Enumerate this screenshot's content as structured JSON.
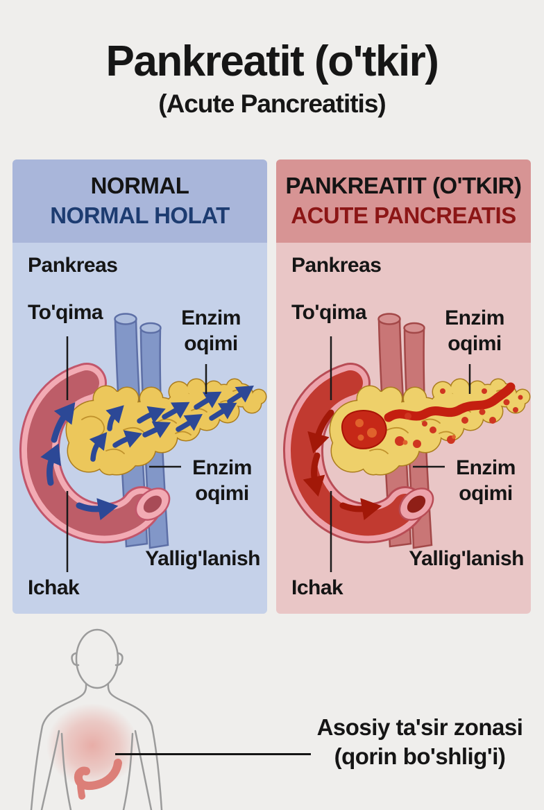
{
  "title": {
    "main": "Pankreatit (o'tkir)",
    "sub": "(Acute Pancreatitis)"
  },
  "panels": {
    "normal": {
      "header_line1": "NORMAL",
      "header_line2": "NORMAL HOLAT",
      "labels": {
        "pankreas": "Pankreas",
        "toqima": "To'qima",
        "enzim_top_1": "Enzim",
        "enzim_top_2": "oqimi",
        "enzim_mid_1": "Enzim",
        "enzim_mid_2": "oqimi",
        "yalliglanish": "Yallig'lanish",
        "ichak": "Ichak"
      }
    },
    "acute": {
      "header_line1": "PANKREATIT (O'TKIR)",
      "header_line2": "ACUTE PANCREATIS",
      "labels": {
        "pankreas": "Pankreas",
        "toqima": "To'qima",
        "enzim_top_1": "Enzim",
        "enzim_top_2": "oqimi",
        "enzim_mid_1": "Enzim",
        "enzim_mid_2": "oqimi",
        "yalliglanish": "Yallig'lanish",
        "ichak": "Ichak"
      }
    }
  },
  "bottom": {
    "note_line1": "Asosiy ta'sir zonasi",
    "note_line2": "(qorin bo'shlig'i)"
  },
  "colors": {
    "page_bg": "#efeeec",
    "text": "#161616",
    "pointer": "#1a1a1a",
    "figure_line": "#9b9b9b",
    "glow": "#e06c62",
    "squiggle": "#dc7f78",
    "normal": {
      "header_bg": "#a9b6da",
      "body_bg": "#c5d1e9",
      "accent": "#1d3c71",
      "vessel": "#8297c8",
      "vessel_light": "#aebede",
      "vessel_line": "#5d6fa6",
      "duo_line": "#c2566b",
      "duo_outer": "#f2abb4",
      "duo_inner": "#bd5d68",
      "duo_cap": "#a84b57",
      "panc_fill": "#ecc75b",
      "panc_line": "#ab7d1e",
      "arrow": "#2c4896"
    },
    "acute": {
      "header_bg": "#d79494",
      "body_bg": "#e9c6c6",
      "accent": "#8c1616",
      "vessel": "#c97676",
      "vessel_light": "#d69090",
      "vessel_line": "#a34848",
      "duo_line": "#b84c55",
      "duo_outer": "#eda3ab",
      "duo_inner": "#c13a30",
      "duo_cap": "#8f1f17",
      "panc_fill": "#eed06a",
      "panc_line": "#ab7d1e",
      "arrow": "#a21808",
      "inflammation": "#c62817",
      "inflammation_streak": "#c41f10",
      "inflammation_spot": "#cf3520",
      "inflammation_dot": "#e0622c"
    }
  }
}
